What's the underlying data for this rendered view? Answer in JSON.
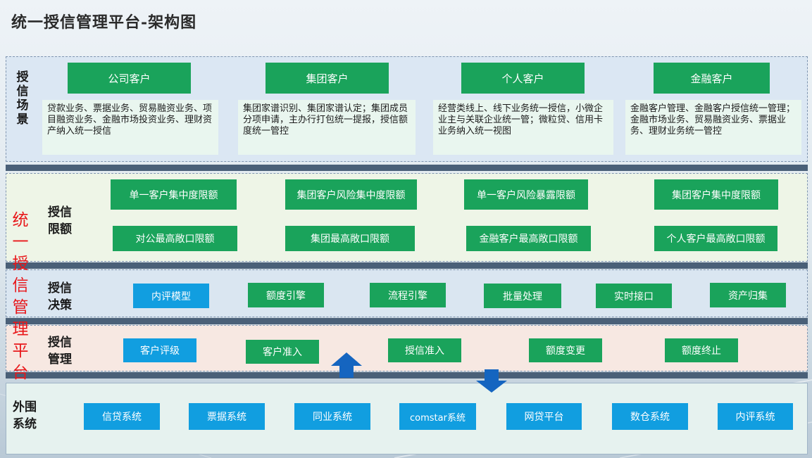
{
  "title": "统一授信管理平台-架构图",
  "platform": {
    "title": "统一授信管理平台"
  },
  "scene": {
    "label": "授信场景",
    "customers": [
      {
        "name": "公司客户",
        "desc": "贷款业务、票据业务、贸易融资业务、项目融资业务、金融市场投资业务、理财资产纳入统一授信"
      },
      {
        "name": "集团客户",
        "desc": "集团家谱识别、集团家谱认定；集团成员分项申请，主办行打包统一提报，授信额度统一管控"
      },
      {
        "name": "个人客户",
        "desc": "经营类线上、线下业务统一授信，小微企业主与关联企业统一管；微粒贷、信用卡业务纳入统一视图"
      },
      {
        "name": "金融客户",
        "desc": "金融客户管理、金融客户授信统一管理；金融市场业务、贸易融资业务、票据业务、理财业务统一管控"
      }
    ]
  },
  "limit": {
    "label": "授信限额",
    "row1": [
      "单一客户集中度限额",
      "集团客户风险集中度限额",
      "单一客户风险暴露限额",
      "集团客户集中度限额"
    ],
    "row2": [
      "对公最高敞口限额",
      "集团最高敞口限额",
      "金融客户最高敞口限额",
      "个人客户最高敞口限额"
    ]
  },
  "decision": {
    "label": "授信决策",
    "items": [
      "内评模型",
      "额度引擎",
      "流程引擎",
      "批量处理",
      "实时接口",
      "资产归集"
    ]
  },
  "management": {
    "label": "授信管理",
    "items": [
      "客户评级",
      "客户准入",
      "授信准入",
      "额度变更",
      "额度终止"
    ]
  },
  "external": {
    "label": "外围系统",
    "items": [
      "信贷系统",
      "票据系统",
      "同业系统",
      "comstar系统",
      "网贷平台",
      "数仓系统",
      "内评系统"
    ]
  },
  "colors": {
    "green": "#1aa35b",
    "blue": "#119ee0",
    "arrow": "#1565c0",
    "platform_title": "#e8171a"
  }
}
